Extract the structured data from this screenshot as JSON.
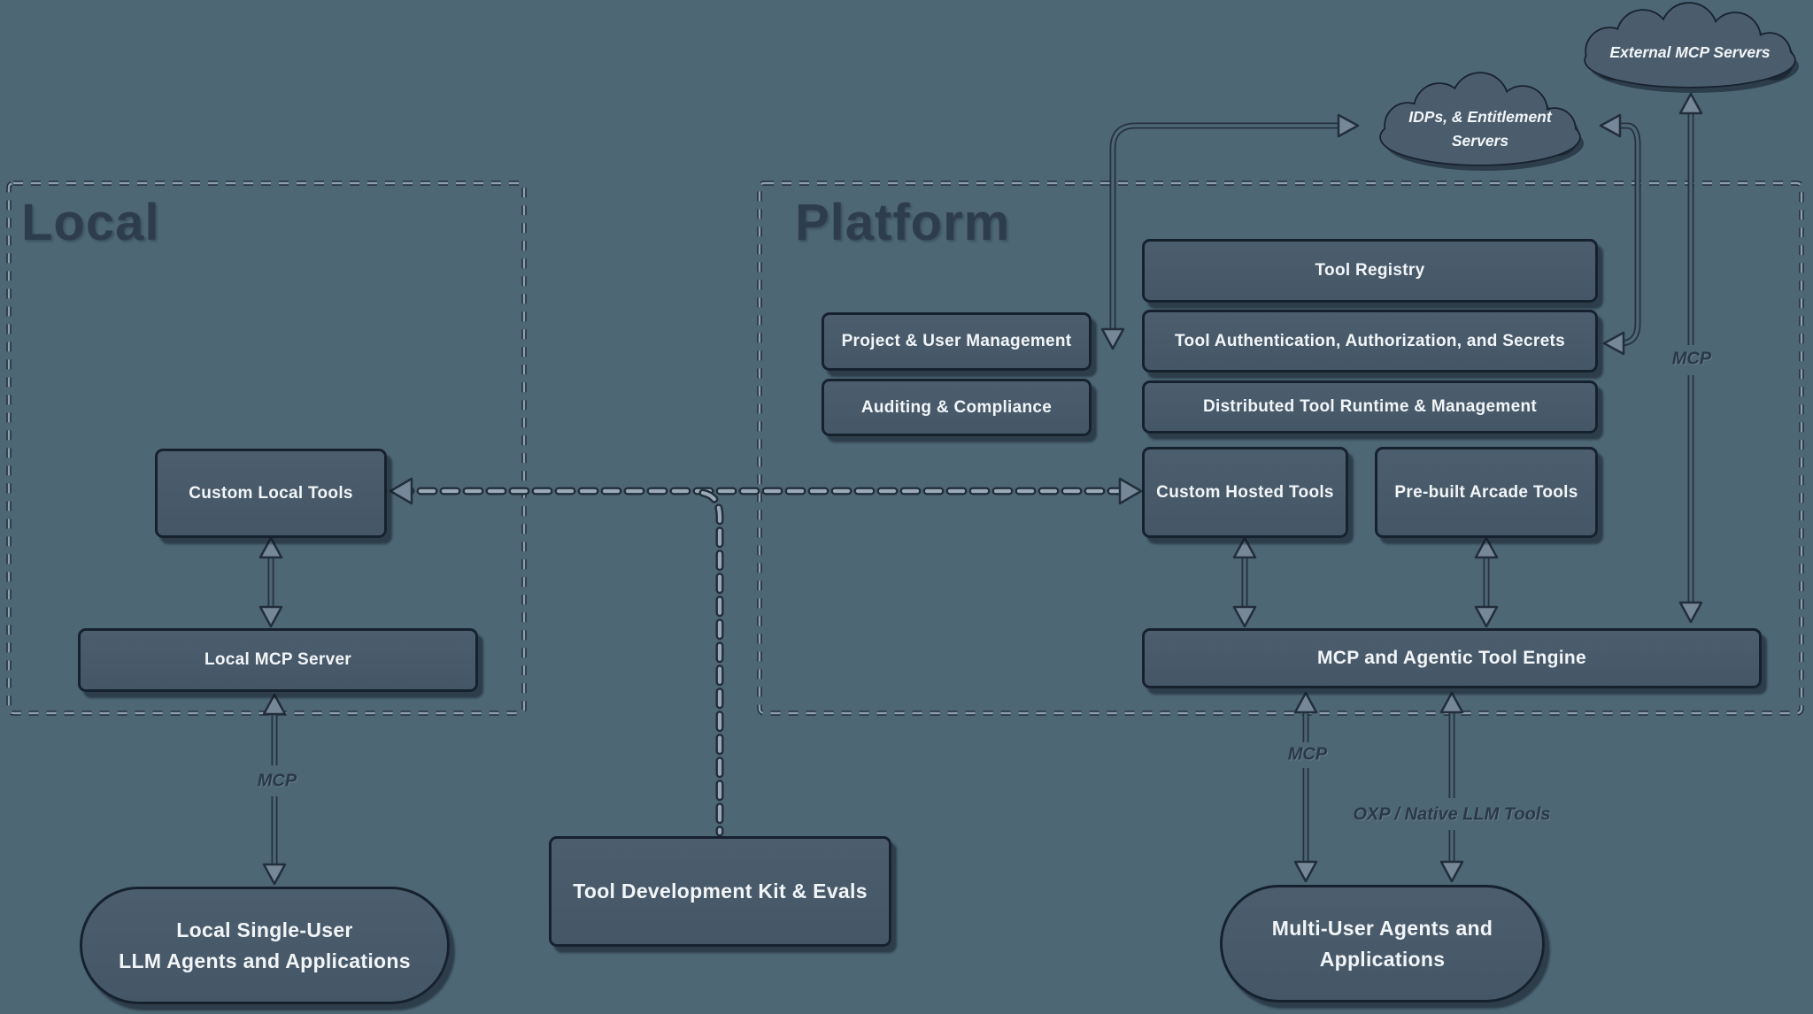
{
  "containers": {
    "local": {
      "label": "Local"
    },
    "platform": {
      "label": "Platform"
    }
  },
  "clouds": {
    "external_mcp": {
      "label": "External MCP Servers"
    },
    "idp": {
      "line1": "IDPs, & Entitlement",
      "line2": "Servers"
    }
  },
  "platform": {
    "tool_registry": "Tool Registry",
    "project_user_management": "Project & User Management",
    "tool_auth": "Tool Authentication, Authorization, and Secrets",
    "auditing_compliance": "Auditing & Compliance",
    "distributed_runtime": "Distributed Tool Runtime & Management",
    "custom_hosted_tools": "Custom Hosted Tools",
    "prebuilt_arcade_tools": "Pre-built Arcade Tools",
    "engine": "MCP and Agentic Tool Engine"
  },
  "local": {
    "custom_local_tools": "Custom Local Tools",
    "local_mcp_server": "Local MCP Server"
  },
  "bottom": {
    "local_agents_line1": "Local Single-User",
    "local_agents_line2": "LLM Agents and Applications",
    "tdk": "Tool Development Kit & Evals",
    "multi_user_line1": "Multi-User Agents and",
    "multi_user_line2": "Applications"
  },
  "edge_labels": {
    "local_mcp": "MCP",
    "multi_mcp": "MCP",
    "external_mcp": "MCP",
    "oxp": "OXP / Native LLM Tools"
  },
  "colors": {
    "background": "#4d6775",
    "box_fill": "#48596a",
    "box_border": "#16212d",
    "text": "#f2f5f7",
    "container_label": "#2e3d4e",
    "arrow_outline": "#26323e",
    "dash_light": "#9aa9b6"
  }
}
